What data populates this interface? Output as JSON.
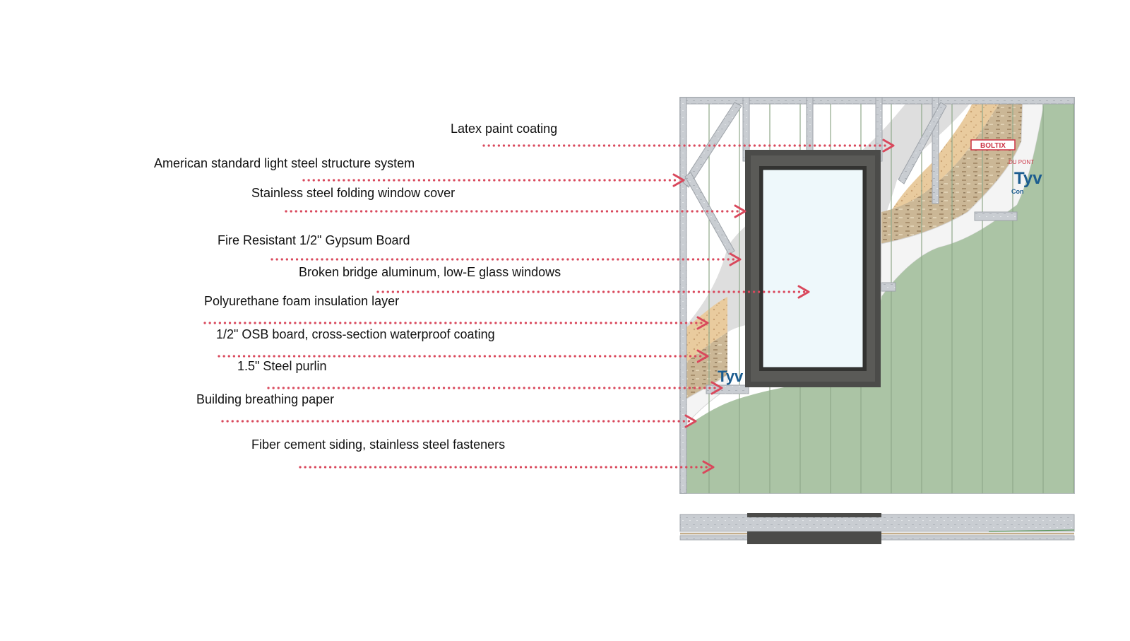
{
  "labels": [
    {
      "id": "latex-paint",
      "text": "Latex paint coating"
    },
    {
      "id": "light-steel",
      "text": "American standard light steel structure system"
    },
    {
      "id": "window-cover",
      "text": "Stainless steel folding window cover"
    },
    {
      "id": "gypsum",
      "text": "Fire Resistant 1/2\" Gypsum Board"
    },
    {
      "id": "glass-window",
      "text": "Broken bridge aluminum, low-E glass windows"
    },
    {
      "id": "pu-foam",
      "text": "Polyurethane foam insulation layer"
    },
    {
      "id": "osb",
      "text": "1/2\" OSB board, cross-section waterproof coating"
    },
    {
      "id": "purlin",
      "text": "1.5\" Steel purlin"
    },
    {
      "id": "breathing-paper",
      "text": "Building breathing paper"
    },
    {
      "id": "fiber-cement",
      "text": "Fiber cement siding, stainless steel fasteners"
    }
  ],
  "brand_marks": {
    "tyvek": "Tyv",
    "tyvek_sub": "Con",
    "boltix": "BOLTIX",
    "dupont": "DU PONT"
  },
  "colors": {
    "arrow": "#d9485c",
    "siding": "#a9c3a3",
    "steel": "#c7cbd0",
    "window_frame": "#4a4a48",
    "glass": "#eef8fb",
    "foam": "#e8c89a",
    "osb": "#c9b493",
    "gypsum": "#dcdcdc"
  }
}
